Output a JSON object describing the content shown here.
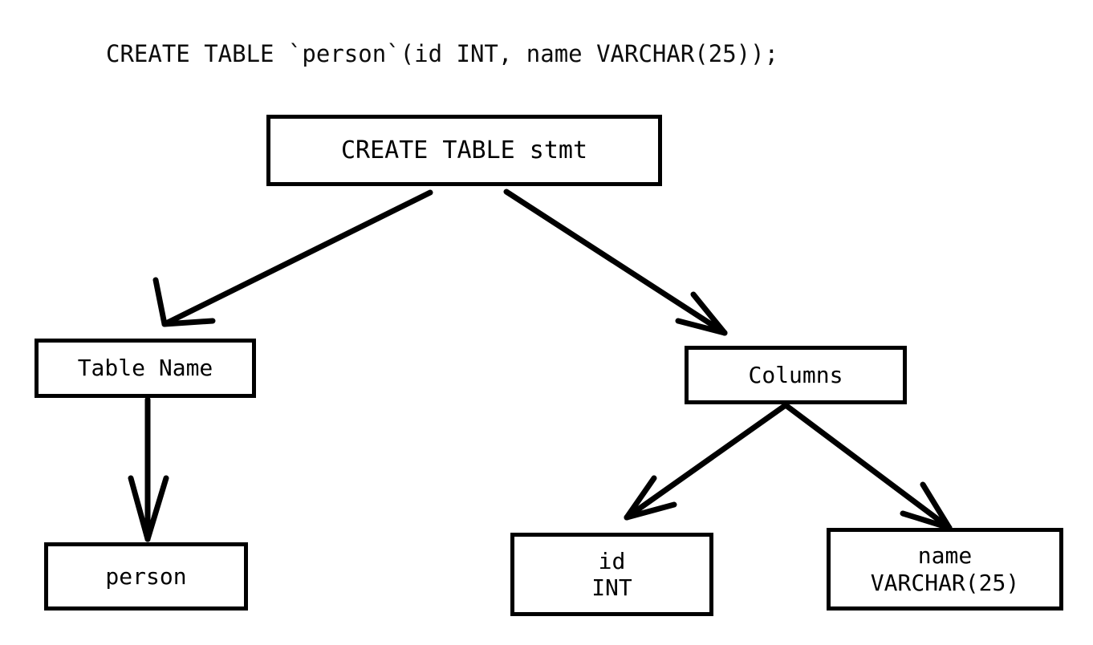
{
  "caption": {
    "sql": "CREATE TABLE `person`(id INT, name VARCHAR(25));"
  },
  "diagram": {
    "type": "tree",
    "stroke_color": "#000000",
    "background_color": "#ffffff",
    "arrowhead_style": "open-v",
    "nodes": {
      "root": {
        "label": "CREATE TABLE stmt"
      },
      "table_name": {
        "label": "Table Name"
      },
      "columns": {
        "label": "Columns"
      },
      "person": {
        "label": "person"
      },
      "column_id": {
        "line1": "id",
        "line2": "INT"
      },
      "column_name": {
        "line1": "name",
        "line2": "VARCHAR(25)"
      }
    },
    "edges": [
      {
        "from": "root",
        "to": "table_name"
      },
      {
        "from": "root",
        "to": "columns"
      },
      {
        "from": "table_name",
        "to": "person"
      },
      {
        "from": "columns",
        "to": "column_id"
      },
      {
        "from": "columns",
        "to": "column_name"
      }
    ]
  }
}
